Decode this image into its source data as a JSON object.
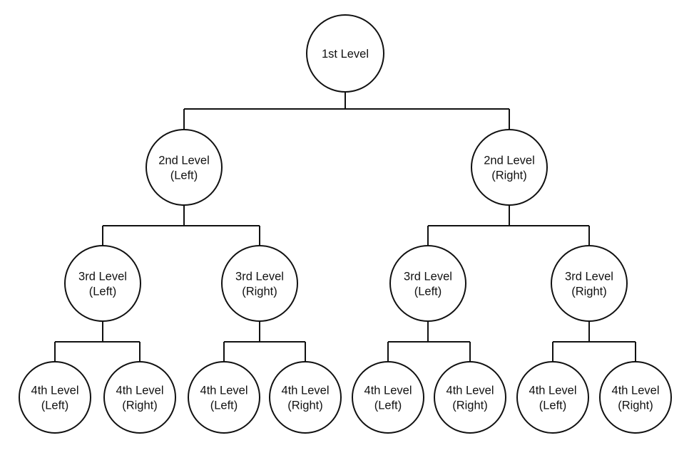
{
  "diagram": {
    "type": "binary-tree",
    "colors": {
      "stroke": "#111111",
      "fill": "#ffffff",
      "background": "#ffffff",
      "text": "#111111"
    },
    "nodes": [
      {
        "id": "n1",
        "parent": null,
        "lines": [
          "1st Level"
        ]
      },
      {
        "id": "n2L",
        "parent": "n1",
        "lines": [
          "2nd Level",
          "(Left)"
        ]
      },
      {
        "id": "n2R",
        "parent": "n1",
        "lines": [
          "2nd Level",
          "(Right)"
        ]
      },
      {
        "id": "n3a",
        "parent": "n2L",
        "lines": [
          "3rd Level",
          "(Left)"
        ]
      },
      {
        "id": "n3b",
        "parent": "n2L",
        "lines": [
          "3rd Level",
          "(Right)"
        ]
      },
      {
        "id": "n3c",
        "parent": "n2R",
        "lines": [
          "3rd Level",
          "(Left)"
        ]
      },
      {
        "id": "n3d",
        "parent": "n2R",
        "lines": [
          "3rd Level",
          "(Right)"
        ]
      },
      {
        "id": "n4a",
        "parent": "n3a",
        "lines": [
          "4th Level",
          "(Left)"
        ]
      },
      {
        "id": "n4b",
        "parent": "n3a",
        "lines": [
          "4th Level",
          "(Right)"
        ]
      },
      {
        "id": "n4c",
        "parent": "n3b",
        "lines": [
          "4th Level",
          "(Left)"
        ]
      },
      {
        "id": "n4d",
        "parent": "n3b",
        "lines": [
          "4th Level",
          "(Right)"
        ]
      },
      {
        "id": "n4e",
        "parent": "n3c",
        "lines": [
          "4th Level",
          "(Left)"
        ]
      },
      {
        "id": "n4f",
        "parent": "n3c",
        "lines": [
          "4th Level",
          "(Right)"
        ]
      },
      {
        "id": "n4g",
        "parent": "n3d",
        "lines": [
          "4th Level",
          "(Left)"
        ]
      },
      {
        "id": "n4h",
        "parent": "n3d",
        "lines": [
          "4th Level",
          "(Right)"
        ]
      }
    ]
  }
}
